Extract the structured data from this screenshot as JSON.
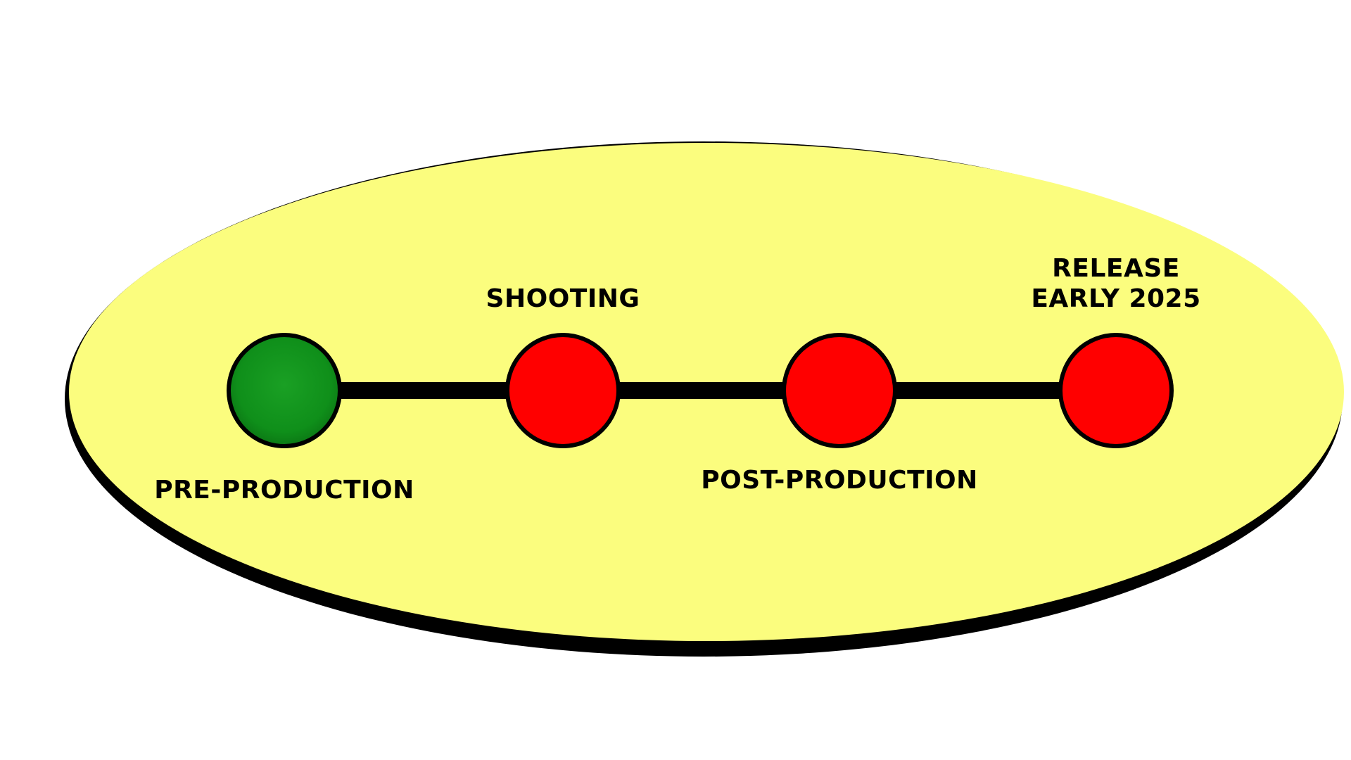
{
  "colors": {
    "background": "#ffffff",
    "ellipse_fill": "#fbfd7e",
    "ellipse_shadow": "#000000",
    "connector": "#000000",
    "outline": "#000000",
    "complete": "#0f8f1a",
    "pending": "#ff0000",
    "label": "#000000"
  },
  "timeline": {
    "stages": [
      {
        "lines": [
          "PRE-PRODUCTION"
        ],
        "status": "complete",
        "label_position": "below"
      },
      {
        "lines": [
          "SHOOTING"
        ],
        "status": "pending",
        "label_position": "above"
      },
      {
        "lines": [
          "POST-PRODUCTION"
        ],
        "status": "pending",
        "label_position": "below"
      },
      {
        "lines": [
          "RELEASE",
          "EARLY 2025"
        ],
        "status": "pending",
        "label_position": "above"
      }
    ]
  }
}
